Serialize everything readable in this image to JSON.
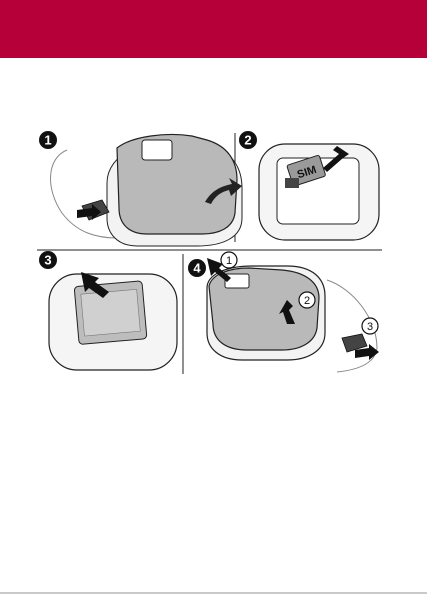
{
  "header": {
    "color": "#b5003a"
  },
  "figure": {
    "steps": [
      {
        "number": "1"
      },
      {
        "number": "2",
        "sim_label": "SIM"
      },
      {
        "number": "3"
      },
      {
        "number": "4",
        "callouts": [
          "1",
          "2",
          "3"
        ]
      }
    ]
  }
}
